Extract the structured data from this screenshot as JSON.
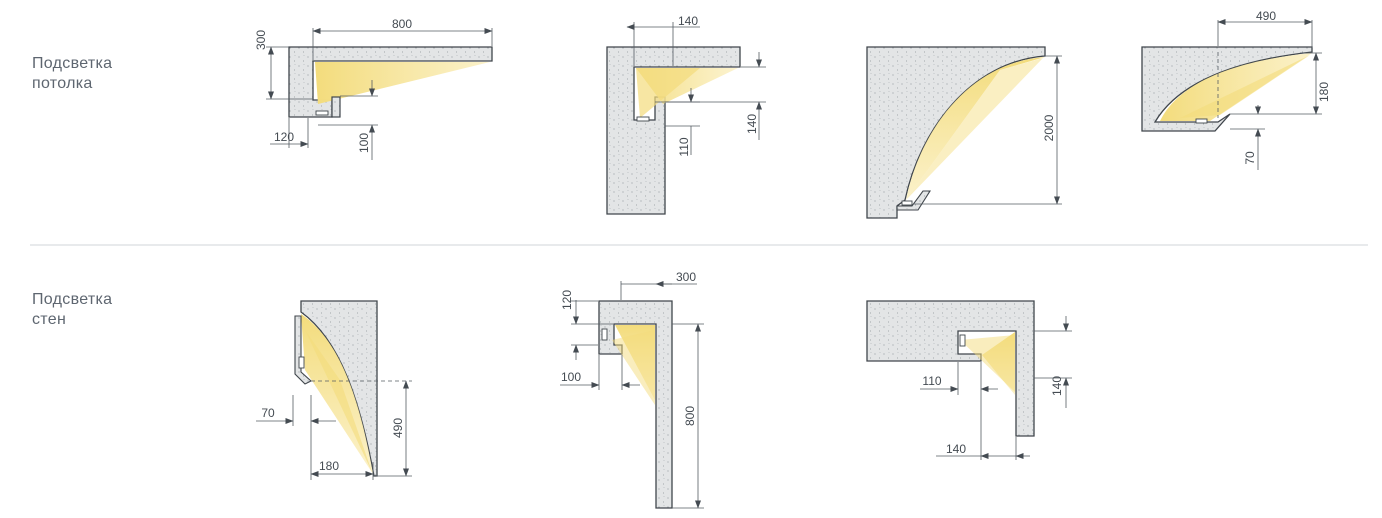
{
  "sections": [
    {
      "label_lines": [
        "Подсветка",
        "потолка"
      ]
    },
    {
      "label_lines": [
        "Подсветка",
        "стен"
      ]
    }
  ],
  "dimensions": {
    "c1": {
      "a": "800",
      "b": "300",
      "c": "120",
      "d": "100"
    },
    "c2": {
      "a": "140",
      "b": "140",
      "c": "110"
    },
    "c3": {
      "a": "2000"
    },
    "c4": {
      "a": "490",
      "b": "180",
      "c": "70"
    },
    "w1": {
      "a": "70",
      "b": "180",
      "c": "490"
    },
    "w2": {
      "a": "300",
      "b": "120",
      "c": "100",
      "d": "800"
    },
    "w3": {
      "a": "110",
      "b": "140",
      "c": "140"
    }
  },
  "colors": {
    "concrete": "#e3e5e6",
    "outline": "#40464c",
    "light": "#f7e7a0",
    "divider": "#e8eaec",
    "text": "#5e6670"
  }
}
